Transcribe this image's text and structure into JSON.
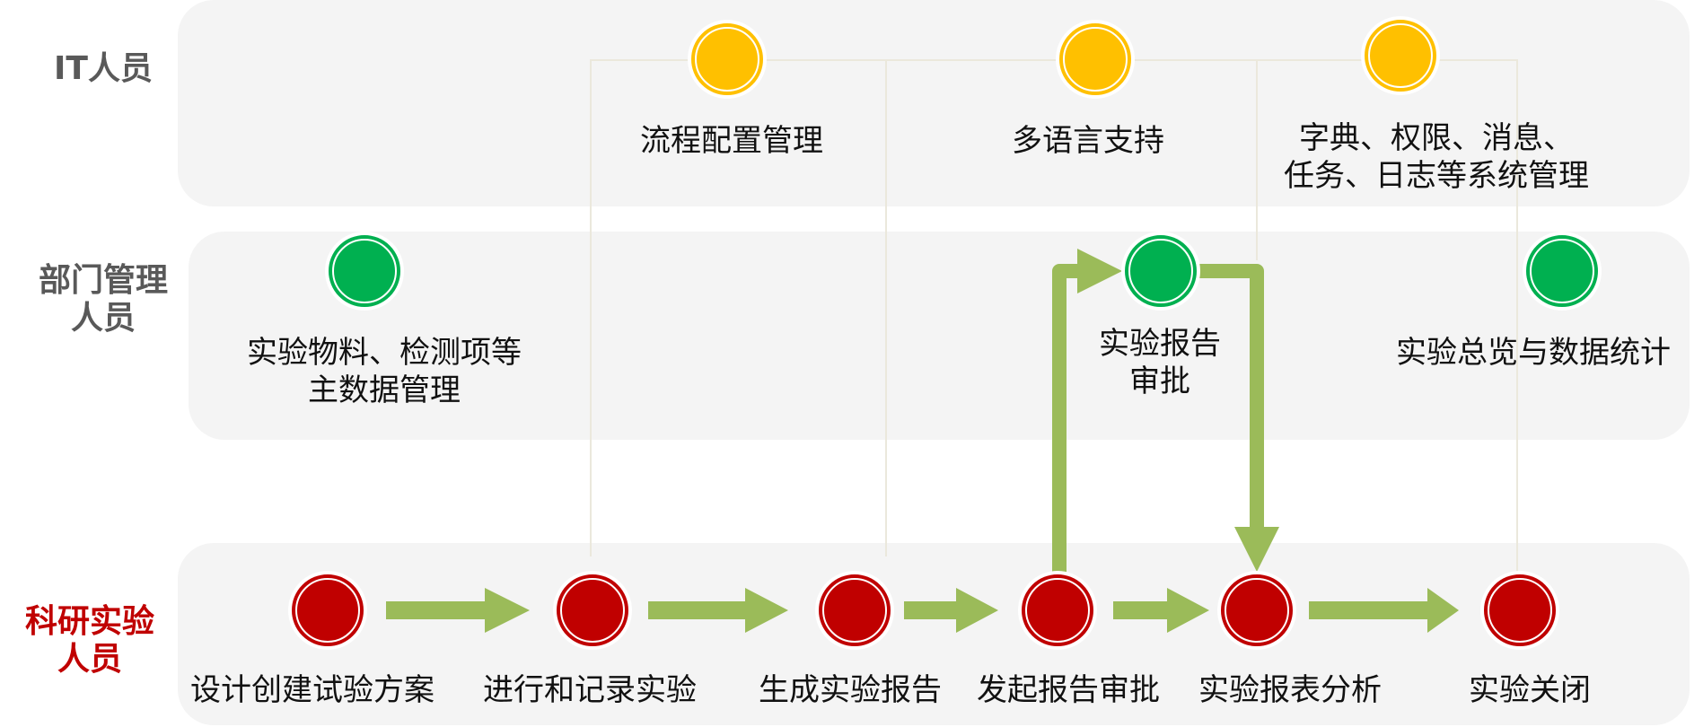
{
  "title": "实验管理流程图",
  "colors": {
    "band_bg": "#f4f4f4",
    "it_node": "#ffc000",
    "dept_node": "#00b050",
    "research_node": "#c00000",
    "arrow": "#9bbb59",
    "role_label": "#595959",
    "research_role_label": "#c00000"
  },
  "lanes": {
    "it": {
      "role": "IT人员",
      "nodes": [
        {
          "label": "流程配置管理"
        },
        {
          "label": "多语言支持"
        },
        {
          "label_line1": "字典、权限、消息、",
          "label_line2": "任务、日志等系统管理"
        }
      ]
    },
    "dept": {
      "role_line1": "部门管理",
      "role_line2": "人员",
      "nodes": [
        {
          "label_line1": "实验物料、检测项等",
          "label_line2": "主数据管理"
        },
        {
          "label_line1": "实验报告",
          "label_line2": "审批"
        },
        {
          "label": "实验总览与数据统计"
        }
      ]
    },
    "research": {
      "role_line1": "科研实验",
      "role_line2": "人员",
      "nodes": [
        {
          "label": "设计创建试验方案"
        },
        {
          "label": "进行和记录实验"
        },
        {
          "label": "生成实验报告"
        },
        {
          "label": "发起报告审批"
        },
        {
          "label": "实验报表分析"
        },
        {
          "label": "实验关闭"
        }
      ]
    }
  }
}
